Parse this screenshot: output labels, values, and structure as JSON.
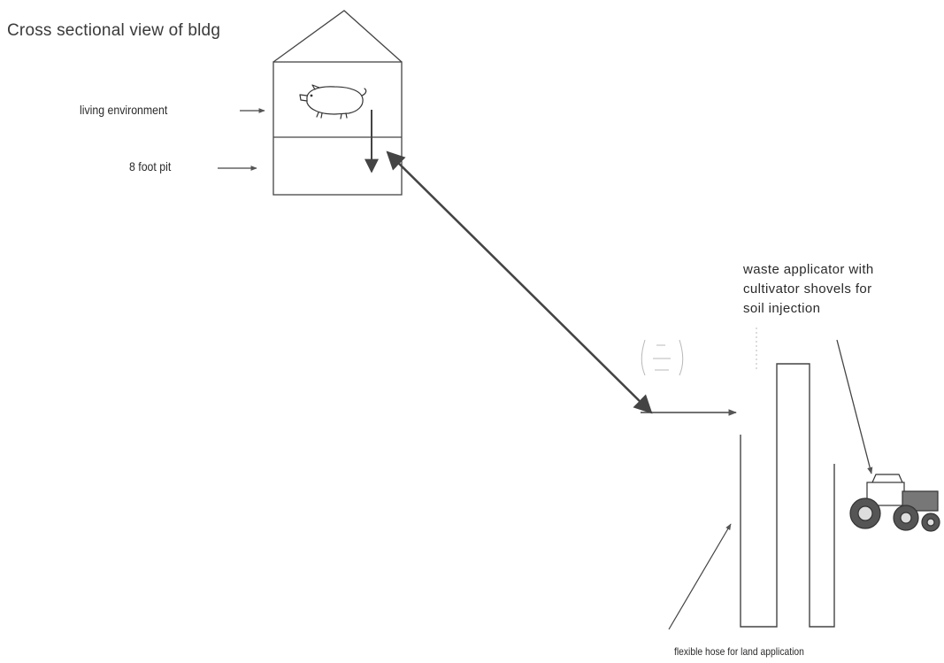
{
  "title": "Cross sectional view of bldg",
  "labels": {
    "living_environment": "living environment",
    "pit": "8 foot pit",
    "applicator_lines": [
      "waste applicator with",
      "cultivator shovels for",
      "soil injection"
    ],
    "hose": "flexible hose for land application"
  },
  "colors": {
    "line": "#444444",
    "faint": "#b8b8b8"
  },
  "icons": [
    "pig-icon",
    "tractor-icon"
  ]
}
